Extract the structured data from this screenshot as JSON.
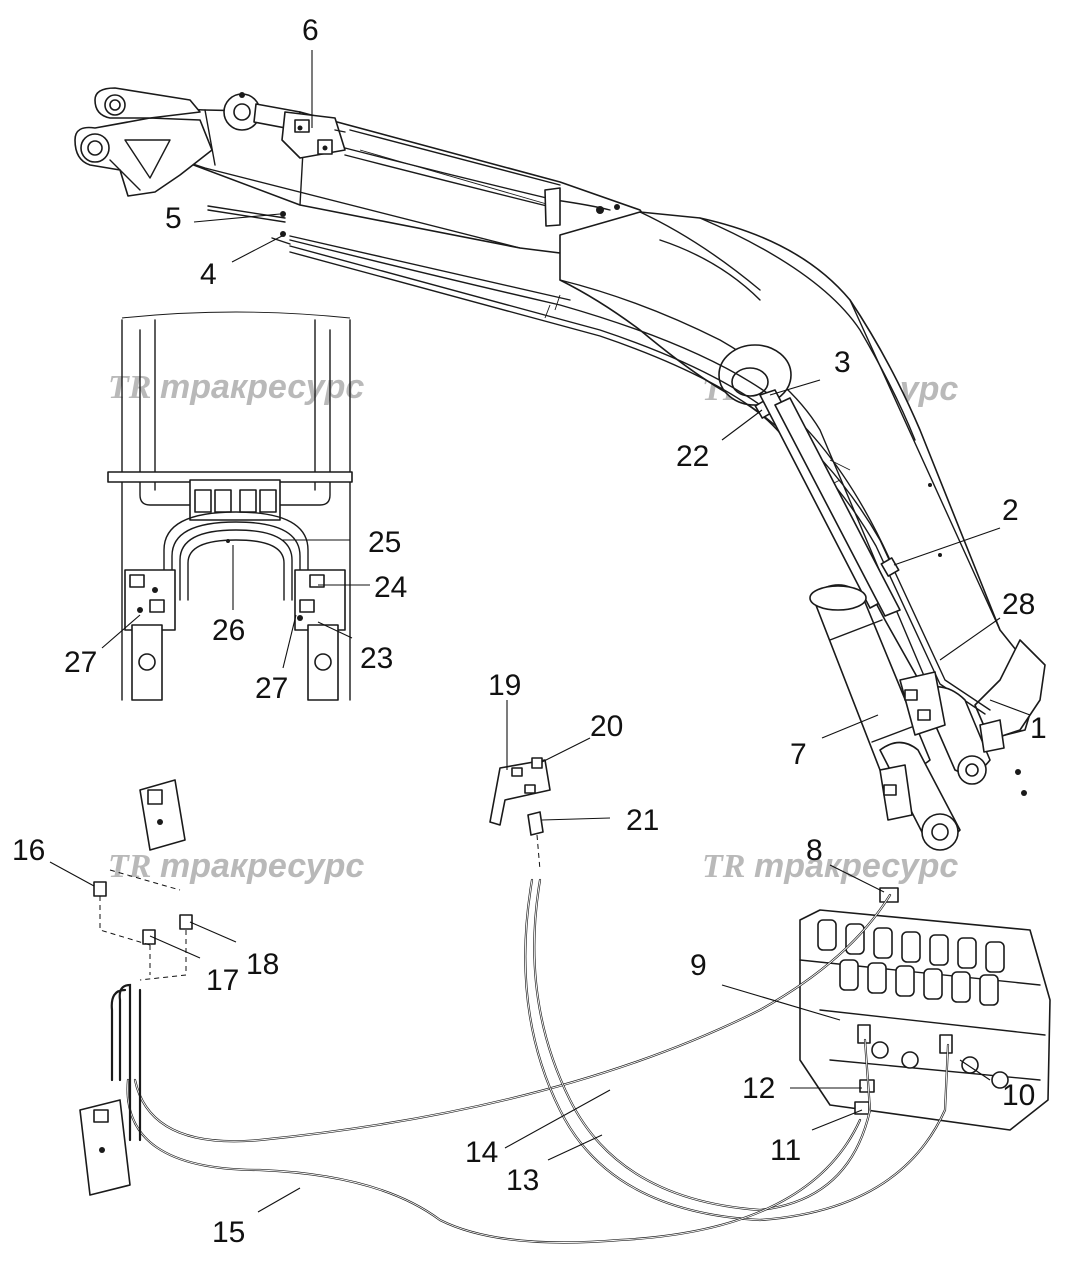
{
  "watermark": {
    "logo": "TR",
    "text": "тракресурс"
  },
  "callouts": [
    "1",
    "2",
    "3",
    "4",
    "5",
    "6",
    "7",
    "8",
    "9",
    "10",
    "11",
    "12",
    "13",
    "14",
    "15",
    "16",
    "17",
    "18",
    "19",
    "20",
    "21",
    "22",
    "23",
    "24",
    "25",
    "26",
    "27",
    "28"
  ],
  "extra_callouts": {
    "27b": "27"
  }
}
